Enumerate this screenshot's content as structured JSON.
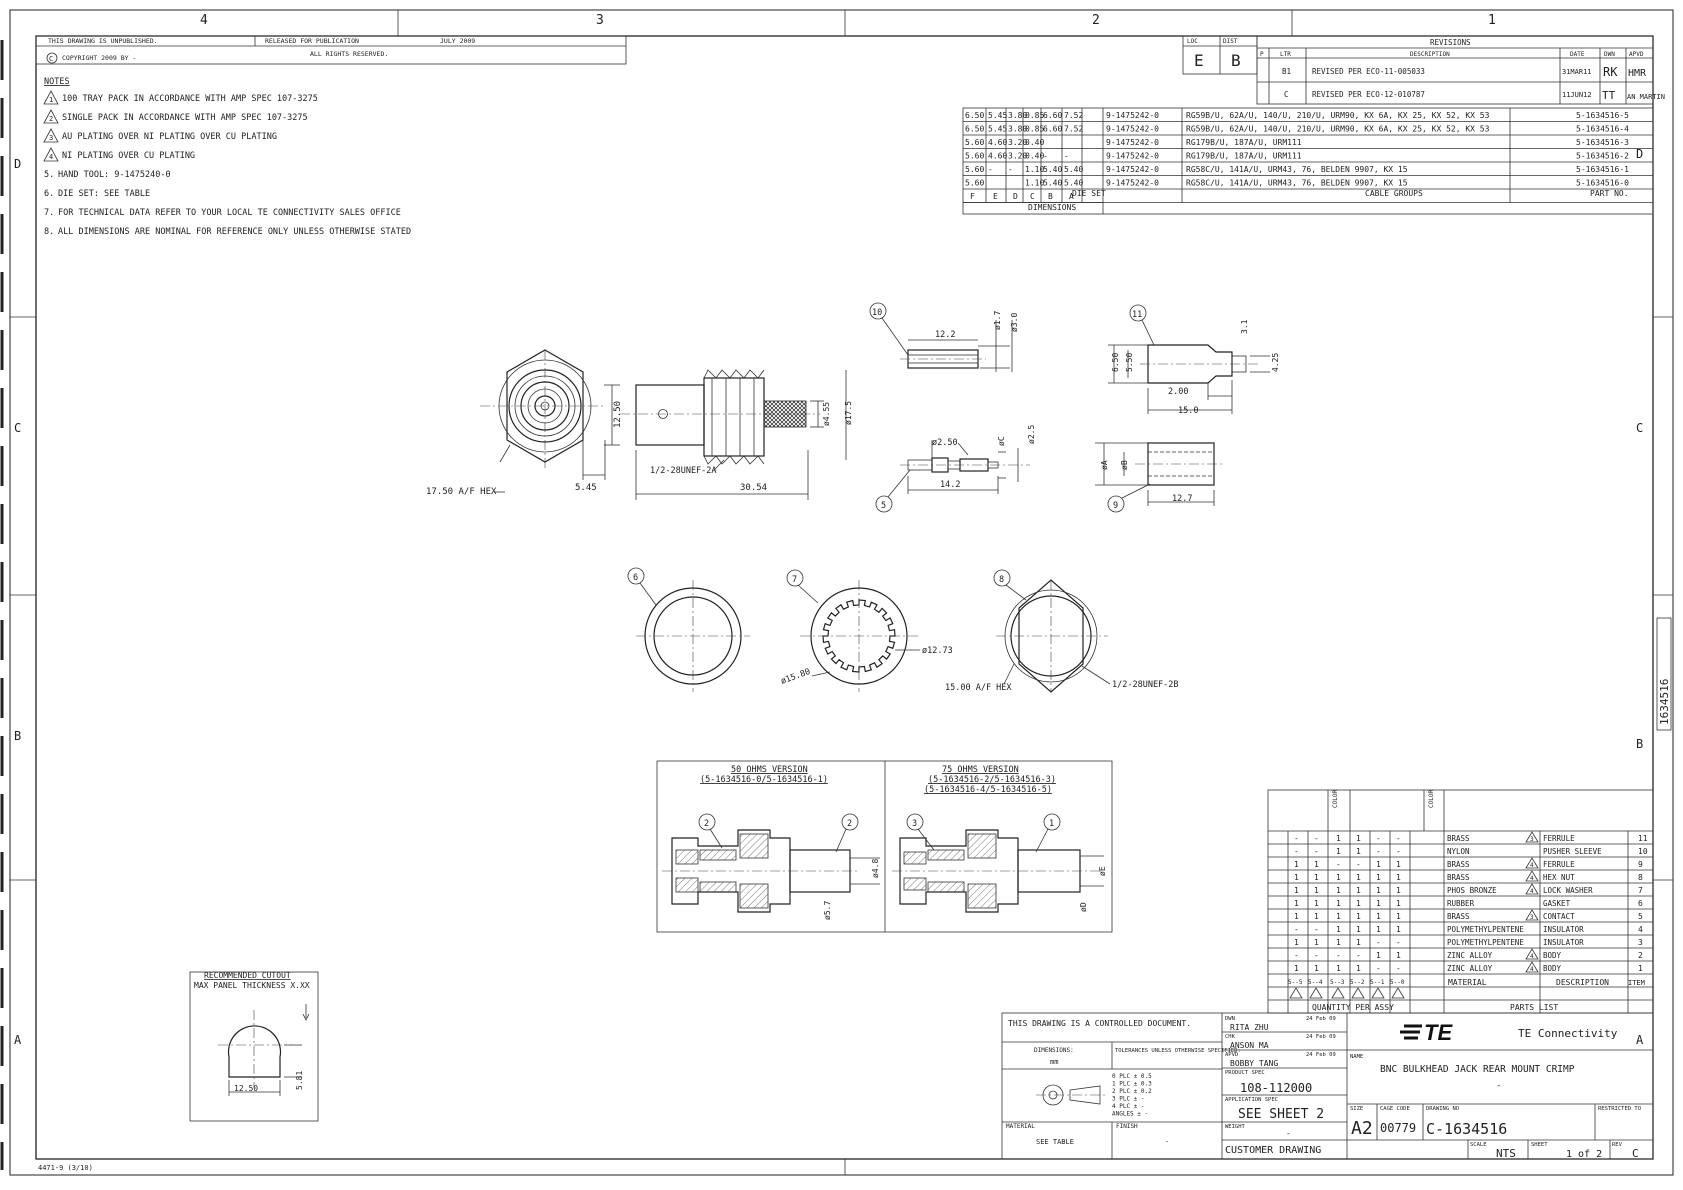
{
  "frame": {
    "col_labels": [
      "4",
      "3",
      "2",
      "1"
    ],
    "row_labels": [
      "D",
      "C",
      "B",
      "A"
    ],
    "margin_part_no": "1634516",
    "form_no": "4471-9 (3/10)"
  },
  "header": {
    "unpublished": "THIS DRAWING IS UNPUBLISHED.",
    "released": "RELEASED FOR PUBLICATION",
    "release_date": "JULY 2009",
    "copyright": "COPYRIGHT 2009 BY -",
    "rights": "ALL RIGHTS RESERVED."
  },
  "notes": {
    "title": "NOTES",
    "items": [
      {
        "mark": "1",
        "text": "100 TRAY PACK IN ACCORDANCE WITH AMP SPEC 107-3275"
      },
      {
        "mark": "2",
        "text": "SINGLE PACK IN ACCORDANCE WITH AMP SPEC 107-3275"
      },
      {
        "mark": "3",
        "text": "AU PLATING OVER NI PLATING OVER CU PLATING"
      },
      {
        "mark": "4",
        "text": "NI PLATING OVER CU PLATING"
      },
      {
        "mark": "5.",
        "text": "HAND TOOL: 9-1475240-0"
      },
      {
        "mark": "6.",
        "text": "DIE SET: SEE TABLE"
      },
      {
        "mark": "7.",
        "text": "FOR TECHNICAL DATA REFER TO YOUR LOCAL TE CONNECTIVITY SALES OFFICE"
      },
      {
        "mark": "8.",
        "text": "ALL DIMENSIONS ARE NOMINAL FOR REFERENCE ONLY UNLESS OTHERWISE STATED"
      }
    ]
  },
  "loc_dist": {
    "loc_label": "LOC",
    "loc": "E",
    "dist_label": "DIST",
    "dist": "B"
  },
  "revisions": {
    "title": "REVISIONS",
    "headers": [
      "P",
      "LTR",
      "DESCRIPTION",
      "DATE",
      "DWN",
      "APVD"
    ],
    "rows": [
      {
        "ltr": "B1",
        "desc": "REVISED PER ECO-11-005033",
        "date": "31MAR11",
        "dwn": "RK",
        "apvd": "HMR"
      },
      {
        "ltr": "C",
        "desc": "REVISED PER ECO-12-010787",
        "date": "11JUN12",
        "dwn": "TT",
        "apvd": "AN MARTIN"
      }
    ]
  },
  "dim_table": {
    "rows": [
      {
        "f": "6.50",
        "e": "5.45",
        "d": "3.80",
        "c": "0.85",
        "b": "6.60",
        "a": "7.52",
        "die": "9-1475242-0",
        "cable": "RG59B/U, 62A/U, 140/U, 210/U, URM90, KX 6A, KX 25, KX 52, KX 53",
        "part": "5-1634516-5"
      },
      {
        "f": "6.50",
        "e": "5.45",
        "d": "3.80",
        "c": "0.85",
        "b": "6.60",
        "a": "7.52",
        "die": "9-1475242-0",
        "cable": "RG59B/U, 62A/U, 140/U, 210/U, URM90, KX 6A, KX 25, KX 52, KX 53",
        "part": "5-1634516-4"
      },
      {
        "f": "5.60",
        "e": "4.60",
        "d": "3.20",
        "c": "0.40",
        "b": "",
        "a": "",
        "die": "9-1475242-0",
        "cable": "RG179B/U, 187A/U, URM111",
        "part": "5-1634516-3"
      },
      {
        "f": "5.60",
        "e": "4.60",
        "d": "3.20",
        "c": "0.40",
        "b": "-",
        "a": "-",
        "die": "9-1475242-0",
        "cable": "RG179B/U, 187A/U, URM111",
        "part": "5-1634516-2"
      },
      {
        "f": "5.60",
        "e": "-",
        "d": "-",
        "c": "1.10",
        "b": "5.40",
        "a": "5.40",
        "die": "9-1475242-0",
        "cable": "RG58C/U, 141A/U, URM43, 76, BELDEN 9907, KX 15",
        "part": "5-1634516-1"
      },
      {
        "f": "5.60",
        "e": "",
        "d": "",
        "c": "1.10",
        "b": "5.40",
        "a": "5.40",
        "die": "9-1475242-0",
        "cable": "RG58C/U, 141A/U, URM43, 76, BELDEN 9907, KX 15",
        "part": "5-1634516-0"
      }
    ],
    "col_headers": [
      "F",
      "E",
      "D",
      "C",
      "B",
      "A"
    ],
    "die_header": "DIE SET",
    "cable_header": "CABLE GROUPS",
    "part_header": "PART NO.",
    "dimensions_label": "DIMENSIONS"
  },
  "callouts": {
    "hex": "17.50 A/F HEX",
    "d545": "5.45",
    "d1250": "12.50",
    "d3054": "30.54",
    "thread1": "1/2-28UNEF-2A",
    "d455": "ø4.55",
    "d175": "ø17.5",
    "b10": "10",
    "d122": "12.2",
    "d17": "ø1.7",
    "d30": "ø3.0",
    "b11": "11",
    "d31": "3.1",
    "d650": "6.50",
    "d550": "5.50",
    "d425": "4.25",
    "d200": "2.00",
    "d150": "15.0",
    "b5": "5",
    "d250": "ø2.50",
    "dC": "øC",
    "d25": "ø2.5",
    "d142": "14.2",
    "dA": "øA",
    "dB": "øB",
    "b9": "9",
    "d127": "12.7",
    "b6": "6",
    "b7": "7",
    "b8": "8",
    "d1273": "ø12.73",
    "d1580": "ø15.80",
    "hex15": "15.00 A/F HEX",
    "thread2": "1/2-28UNEF-2B"
  },
  "section_views": {
    "left_title": "50 OHMS VERSION",
    "left_sub": "(5-1634516-0/5-1634516-1)",
    "right_title": "75 OHMS VERSION",
    "right_sub1": "(5-1634516-2/5-1634516-3)",
    "right_sub2": "(5-1634516-4/5-1634516-5)",
    "balloons": [
      "2",
      "2",
      "3",
      "1"
    ],
    "dims": [
      "ø4.8",
      "ø5.7",
      "øE",
      "øD"
    ]
  },
  "cutout": {
    "title": "RECOMMENDED CUTOUT",
    "sub": "MAX PANEL THICKNESS X.XX",
    "w": "12.50",
    "h": "5.81"
  },
  "parts_list": {
    "rows": [
      {
        "q": [
          "-",
          "-",
          "1",
          "1",
          "-",
          "-"
        ],
        "mat": "BRASS",
        "flag": "3",
        "desc": "FERRULE",
        "item": "11"
      },
      {
        "q": [
          "-",
          "-",
          "1",
          "1",
          "-",
          "-"
        ],
        "mat": "NYLON",
        "flag": "",
        "desc": "PUSHER SLEEVE",
        "item": "10"
      },
      {
        "q": [
          "1",
          "1",
          "-",
          "-",
          "1",
          "1"
        ],
        "mat": "BRASS",
        "flag": "4",
        "desc": "FERRULE",
        "item": "9"
      },
      {
        "q": [
          "1",
          "1",
          "1",
          "1",
          "1",
          "1"
        ],
        "mat": "BRASS",
        "flag": "4",
        "desc": "HEX NUT",
        "item": "8"
      },
      {
        "q": [
          "1",
          "1",
          "1",
          "1",
          "1",
          "1"
        ],
        "mat": "PHOS BRONZE",
        "flag": "4",
        "desc": "LOCK WASHER",
        "item": "7"
      },
      {
        "q": [
          "1",
          "1",
          "1",
          "1",
          "1",
          "1"
        ],
        "mat": "RUBBER",
        "flag": "",
        "desc": "GASKET",
        "item": "6"
      },
      {
        "q": [
          "1",
          "1",
          "1",
          "1",
          "1",
          "1"
        ],
        "mat": "BRASS",
        "flag": "3",
        "desc": "CONTACT",
        "item": "5"
      },
      {
        "q": [
          "-",
          "-",
          "1",
          "1",
          "1",
          "1"
        ],
        "mat": "POLYMETHYLPENTENE",
        "flag": "",
        "desc": "INSULATOR",
        "item": "4"
      },
      {
        "q": [
          "1",
          "1",
          "1",
          "1",
          "-",
          "-"
        ],
        "mat": "POLYMETHYLPENTENE",
        "flag": "",
        "desc": "INSULATOR",
        "item": "3"
      },
      {
        "q": [
          "-",
          "-",
          "-",
          "-",
          "1",
          "1"
        ],
        "mat": "ZINC ALLOY",
        "flag": "4",
        "desc": "BODY",
        "item": "2"
      },
      {
        "q": [
          "1",
          "1",
          "1",
          "1",
          "-",
          "-"
        ],
        "mat": "ZINC ALLOY",
        "flag": "4",
        "desc": "BODY",
        "item": "1"
      }
    ],
    "dash_headers": [
      "5--5",
      "5--4",
      "5--3",
      "5--2",
      "5--1",
      "5--0"
    ],
    "material_header": "MATERIAL",
    "description_header": "DESCRIPTION",
    "item_header": "ITEM",
    "qty_label": "QUANTITY PER ASSY",
    "parts_label": "PARTS LIST",
    "vertical_1": "COLOR",
    "vertical_2": "COLOR"
  },
  "title_block": {
    "controlled": "THIS DRAWING IS A CONTROLLED DOCUMENT.",
    "dimensions": "DIMENSIONS:",
    "units": "mm",
    "tolerances": "TOLERANCES UNLESS OTHERWISE SPECIFIED:",
    "tol_rows": [
      "0 PLC  ± 0.5",
      "1 PLC  ± 0.3",
      "2 PLC  ± 0.2",
      "3 PLC  ± -",
      "4 PLC  ± -",
      "ANGLES  ± -"
    ],
    "material_label": "MATERIAL",
    "material": "SEE TABLE",
    "finish_label": "FINISH",
    "finish": "-",
    "dwn_label": "DWN",
    "dwn": "RITA ZHU",
    "dwn_date": "24 Feb 09",
    "chk_label": "CHK",
    "chk": "ANSON MA",
    "chk_date": "24 Feb 09",
    "appvd_label": "APVD",
    "appvd": "BOBBY TANG",
    "appvd_date": "24 Feb 09",
    "product_spec_label": "PRODUCT SPEC",
    "product_spec": "108-112000",
    "app_spec_label": "APPLICATION SPEC",
    "app_spec": "SEE SHEET 2",
    "weight_label": "WEIGHT",
    "weight": "-",
    "company": "TE Connectivity",
    "logo": "TE",
    "name_label": "NAME",
    "name": "BNC BULKHEAD JACK REAR MOUNT CRIMP",
    "name_sub": "-",
    "size_label": "SIZE",
    "size": "A2",
    "cage_label": "CAGE CODE",
    "cage": "00779",
    "dwg_label": "DRAWING NO",
    "dwg_no": "C-1634516",
    "restricted": "RESTRICTED TO",
    "customer": "CUSTOMER DRAWING",
    "scale_label": "SCALE",
    "scale": "NTS",
    "sheet_label": "SHEET",
    "sheet": "1 of 2",
    "rev_label": "REV",
    "rev": "C"
  }
}
